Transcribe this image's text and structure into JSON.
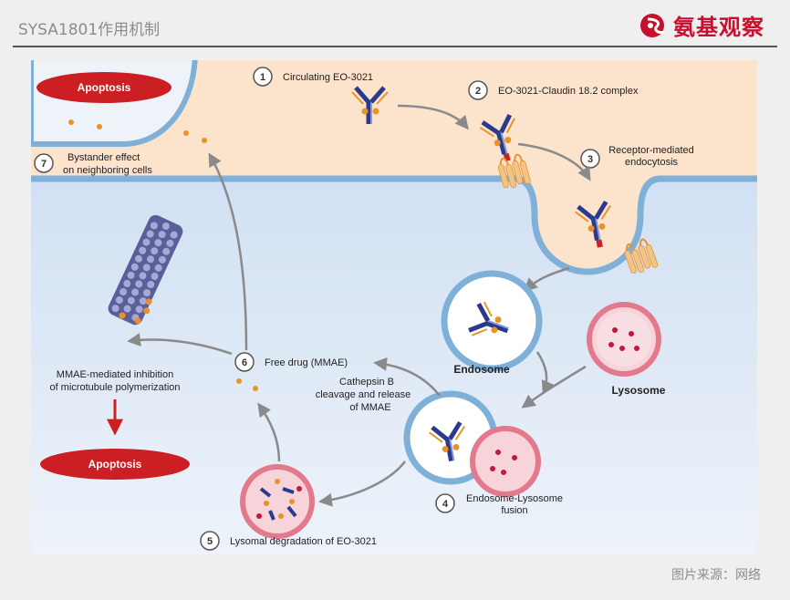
{
  "header": {
    "title": "SYSA1801作用机制",
    "logo_text": "氨基观察"
  },
  "footer": {
    "source": "图片来源：网络"
  },
  "diagram": {
    "steps": [
      {
        "num": "1",
        "label": "Circulating EO-3021"
      },
      {
        "num": "2",
        "label": "EO-3021-Claudin 18.2 complex"
      },
      {
        "num": "3",
        "label_line1": "Receptor-mediated",
        "label_line2": "endocytosis"
      },
      {
        "num": "4",
        "label_line1": "Endosome-Lysosome",
        "label_line2": "fusion"
      },
      {
        "num": "5",
        "label": "Lysomal degradation of EO-3021"
      },
      {
        "num": "6",
        "label": "Free drug (MMAE)"
      },
      {
        "num": "7",
        "label_line1": "Bystander effect",
        "label_line2": "on neighboring cells"
      }
    ],
    "apoptosis_top": "Apoptosis",
    "apoptosis_bottom": "Apoptosis",
    "endosome": "Endosome",
    "lysosome": "Lysosome",
    "cathepsin_line1": "Cathepsin B",
    "cathepsin_line2": "cleavage and release",
    "cathepsin_line3": "of MMAE",
    "mmae_line1": "MMAE-mediated inhibition",
    "mmae_line2": "of microtubule polymerization"
  },
  "colors": {
    "extracellular": "#fbe3cc",
    "intracellular_top": "#c7daf0",
    "intracellular_bottom": "#eef3fa",
    "membrane": "#7fb0d8",
    "apoptosis": "#cc1f24",
    "lysosome_fill": "#f7d3da",
    "antibody": "#2b3a8c",
    "payload": "#e8932a",
    "arrow": "#8a8a8a"
  }
}
